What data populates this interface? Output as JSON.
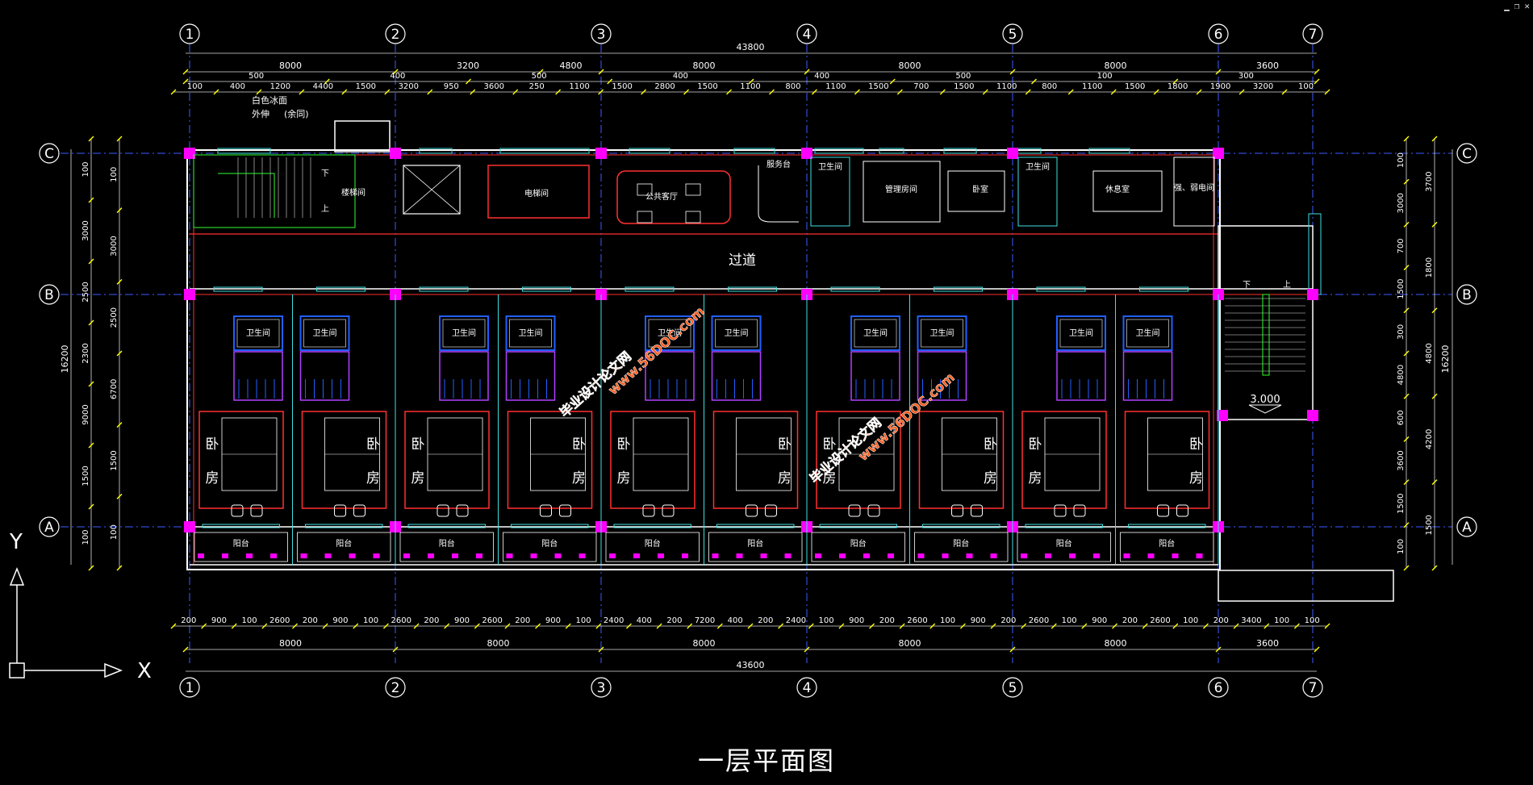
{
  "window_controls": {
    "minimize": "▁",
    "restore": "❐",
    "close": "✕"
  },
  "drawing_title": "一层平面图",
  "axes": {
    "columns": [
      "1",
      "2",
      "3",
      "4",
      "5",
      "6",
      "7"
    ],
    "rows": [
      "C",
      "B",
      "A"
    ]
  },
  "dimensions": {
    "top_total": "43800",
    "top_overall": [
      "8000",
      "3200",
      "4800",
      "8000",
      "8000",
      "8000",
      "3600"
    ],
    "top_mid": [
      "500",
      "400",
      "500",
      "400",
      "400",
      "500",
      "100",
      "300"
    ],
    "top_detail": [
      "100",
      "400",
      "1200",
      "4400",
      "1500",
      "3200",
      "950",
      "3600",
      "250",
      "1100",
      "1500",
      "2800",
      "1500",
      "1100",
      "800",
      "1100",
      "1500",
      "700",
      "1500",
      "1100",
      "800",
      "1100",
      "1500",
      "1800",
      "1900",
      "3200",
      "100"
    ],
    "bottom_detail": [
      "200",
      "900",
      "100",
      "2600",
      "200",
      "900",
      "100",
      "2600",
      "200",
      "900",
      "2600",
      "200",
      "900",
      "100",
      "2400",
      "400",
      "200",
      "7200",
      "400",
      "200",
      "2400",
      "100",
      "900",
      "200",
      "2600",
      "100",
      "900",
      "200",
      "2600",
      "100",
      "900",
      "200",
      "2600",
      "100",
      "200",
      "3400",
      "100",
      "100"
    ],
    "bottom_overall": [
      "8000",
      "8000",
      "8000",
      "8000",
      "8000",
      "3600"
    ],
    "bottom_total": "43600",
    "left_outer": [
      "100",
      "3000",
      "2500",
      "2300",
      "9000",
      "1500",
      "100"
    ],
    "left_inner": [
      "100",
      "3000",
      "2500",
      "6700",
      "1500",
      "100"
    ],
    "left_total": "16200",
    "right_inner": [
      "100",
      "3000",
      "700",
      "1500",
      "300",
      "4800",
      "600",
      "3600",
      "1500",
      "100"
    ],
    "right_outer": [
      "3700",
      "1800",
      "4800",
      "4200",
      "1500"
    ],
    "right_total": "16200"
  },
  "room_labels": {
    "stair_room": "楼梯间",
    "elevator_room": "电梯间",
    "public_lounge": "公共客厅",
    "service_desk": "服务台",
    "bathroom": "卫生间",
    "management_room": "管理房间",
    "bedroom_small": "卧室",
    "rest_room": "休息室",
    "power_room": "强、弱电间",
    "corridor": "过道",
    "bedroom_char1": "卧",
    "bedroom_char2": "房",
    "balcony": "阳台"
  },
  "annotations": {
    "finish_note": "白色冰面",
    "finish_note_2": "外伸",
    "finish_note_3": "(余同)",
    "stair_down": "下",
    "stair_up": "上",
    "elevation": "3.000",
    "watermark_1": "毕业设计论文网",
    "watermark_2": "www.56DOC.com"
  },
  "ucs": {
    "x_label": "X",
    "y_label": "Y"
  },
  "colors": {
    "background": "#000000",
    "wall_main": "#ffffff",
    "wall_red": "#ff3030",
    "column": "#ff00ff",
    "axis_line": "#3c5cff",
    "dimension": "#ffff00",
    "furniture_blue": "#2060ff",
    "furniture_purple": "#b040ff",
    "cyan": "#40e0e0",
    "green": "#30ff30",
    "watermark": "#ff5a1a",
    "grid_circle": "#ffffff"
  }
}
